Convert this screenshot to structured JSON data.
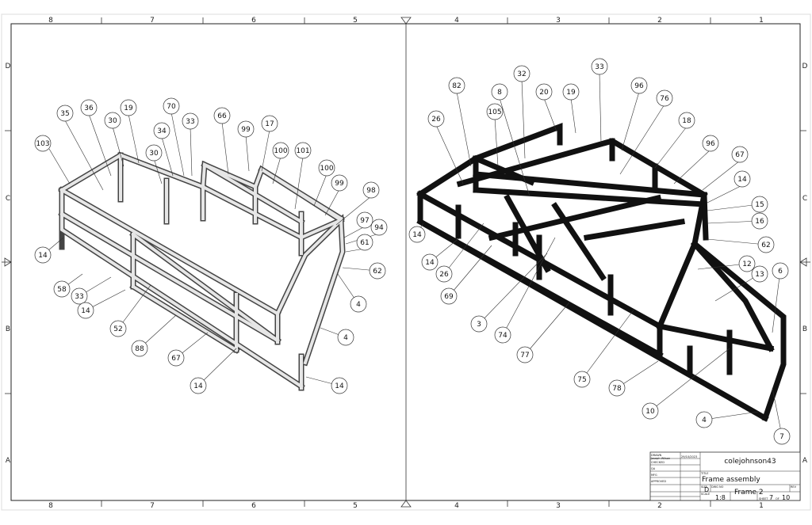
{
  "sheet": {
    "col_labels_top": [
      "8",
      "7",
      "6",
      "5",
      "4",
      "3",
      "2",
      "1"
    ],
    "col_labels_bottom": [
      "8",
      "7",
      "6",
      "5",
      "4",
      "3",
      "2",
      "1"
    ],
    "row_labels_left": [
      "D",
      "C",
      "B",
      "A"
    ],
    "row_labels_right": [
      "D",
      "C",
      "B",
      "A"
    ]
  },
  "left_view": {
    "balloons": [
      "35",
      "36",
      "30",
      "19",
      "103",
      "70",
      "34",
      "30",
      "33",
      "66",
      "99",
      "17",
      "100",
      "101",
      "100",
      "99",
      "98",
      "97",
      "94",
      "61",
      "62",
      "4",
      "4",
      "14",
      "14",
      "58",
      "33",
      "14",
      "52",
      "88",
      "67",
      "14"
    ]
  },
  "right_view": {
    "balloons": [
      "33",
      "82",
      "8",
      "32",
      "20",
      "19",
      "96",
      "76",
      "26",
      "105",
      "18",
      "96",
      "67",
      "14",
      "15",
      "16",
      "62",
      "14",
      "14",
      "26",
      "69",
      "12",
      "13",
      "6",
      "3",
      "74",
      "77",
      "75",
      "78",
      "10",
      "4",
      "7"
    ]
  },
  "title_block": {
    "drawn_label": "DRAWN",
    "drawn_by": "Joseph Wilson",
    "date": "29/10/2023",
    "checked_label": "CHECKED",
    "qa_label": "QA",
    "mfg_label": "MFG",
    "approved_label": "APPROVED",
    "company": "colejohnson43",
    "title_label": "TITLE",
    "title": "Frame assembly",
    "size_label": "SIZE",
    "size": "D",
    "dwg_label": "DWG NO",
    "dwg_no": "Frame 2",
    "rev_label": "REV",
    "scale_label": "SCALE",
    "scale": "1:8",
    "sheet_label": "SHEET",
    "sheet": "7",
    "of_label": "OF",
    "sheet_total": "10"
  }
}
